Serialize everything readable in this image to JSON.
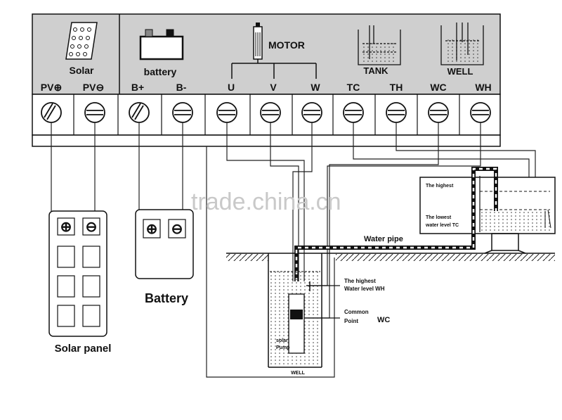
{
  "controller": {
    "solar_label": "Solar",
    "battery_label": "battery",
    "motor_label": "MOTOR",
    "tank_label": "TANK",
    "well_label": "WELL",
    "terminals": [
      "PV⊕",
      "PV⊖",
      "B+",
      "B-",
      "U",
      "V",
      "W",
      "TC",
      "TH",
      "WC",
      "WH"
    ]
  },
  "solar_panel": {
    "label": "Solar panel",
    "plus_symbol": "⊕",
    "minus_symbol": "⊖"
  },
  "battery_unit": {
    "label": "Battery",
    "plus_symbol": "⊕",
    "minus_symbol": "⊖"
  },
  "tank_annotations": {
    "highest": "The highest",
    "lowest_1": "The lowest",
    "lowest_2": "water level  TC"
  },
  "water_pipe_label": "Water pipe",
  "well_annotations": {
    "highest_1": "The highest",
    "highest_2": "Water level  WH",
    "common_1": "Common",
    "common_2": "Point",
    "common_code": "WC",
    "pump_1": "solar",
    "pump_2": "Pump",
    "well_name": "WELL"
  },
  "watermark": "trade.china.cn",
  "colors": {
    "panel_gray": "#cfcfcf",
    "line": "#1a1a1a"
  }
}
